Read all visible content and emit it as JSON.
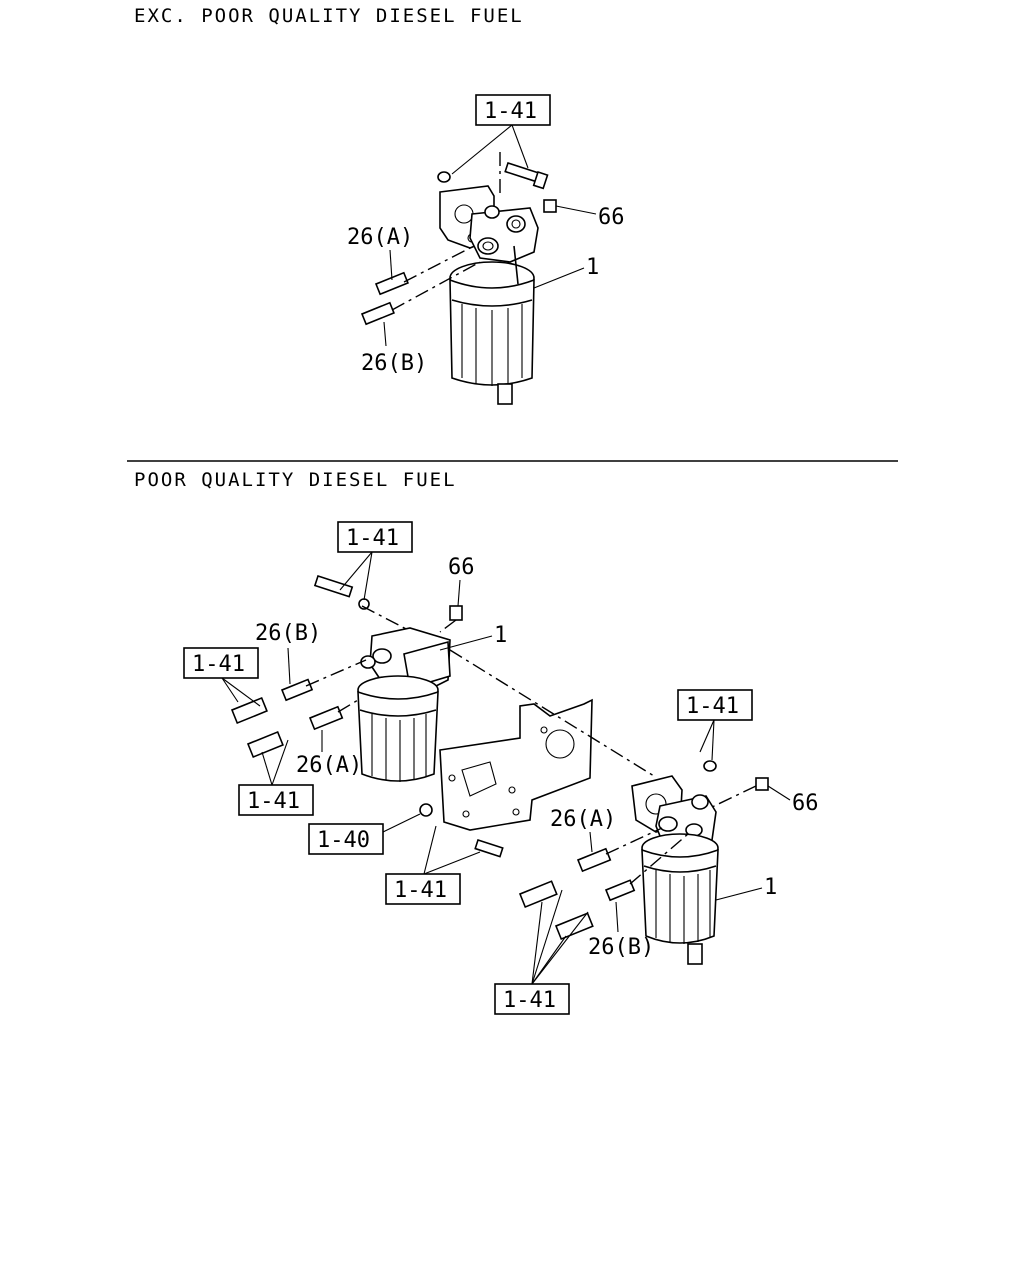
{
  "sections": {
    "top": {
      "title": "EXC. POOR QUALITY DIESEL FUEL"
    },
    "bottom": {
      "title": "POOR QUALITY DIESEL FUEL"
    }
  },
  "labels": {
    "ref_1_41": "1-41",
    "ref_1_40": "1-40",
    "part_66": "66",
    "part_1": "1",
    "part_26a": "26(A)",
    "part_26b": "26(B)"
  }
}
